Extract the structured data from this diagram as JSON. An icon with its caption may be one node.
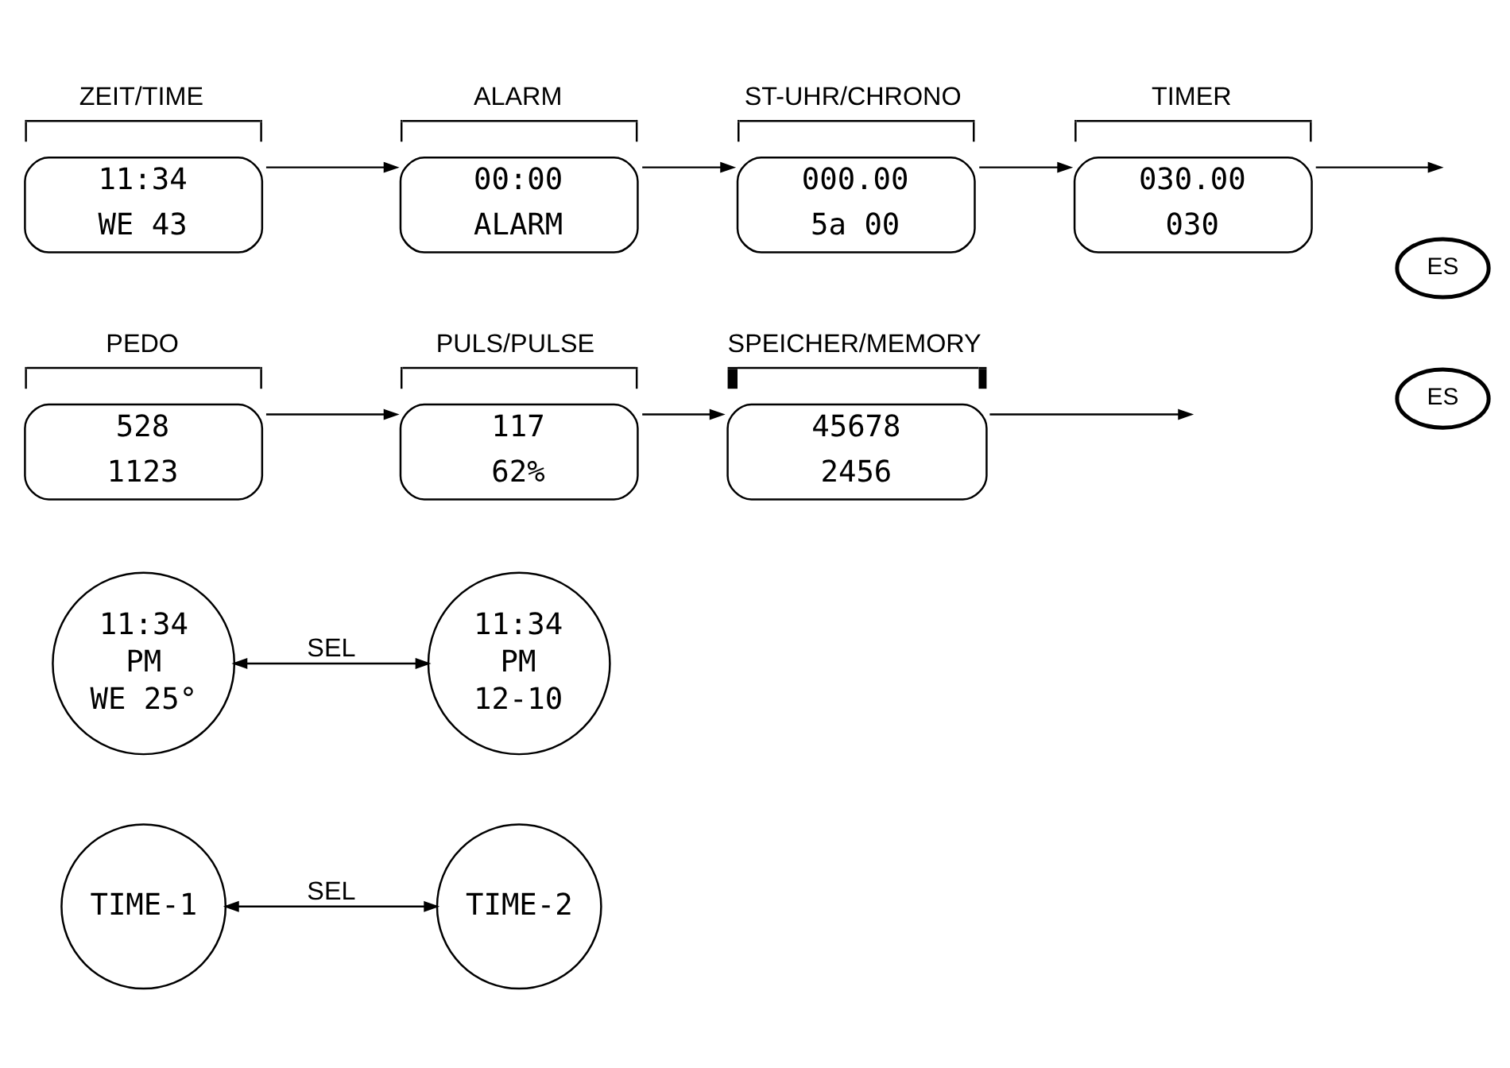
{
  "diagram": {
    "nodes": [
      {
        "text": [
          "ZEIT/TIME",
          "11:34",
          "WE 43"
        ]
      },
      {
        "text": [
          "ALARM",
          "00:00",
          "ALARM"
        ]
      },
      {
        "text": [
          "ST-UHR/CHRONO",
          "000.00",
          "5a 00"
        ]
      },
      {
        "text": [
          "TIMER",
          "030.00",
          "030"
        ]
      },
      {
        "text": [
          "PEDO",
          "528",
          "1123"
        ]
      },
      {
        "text": [
          "PULS/PULSE",
          "117",
          "62%"
        ]
      },
      {
        "text": [
          "SPEICHER/MEMORY",
          "45678",
          "2456"
        ]
      },
      {
        "text": [
          "11:34",
          "PM",
          "WE 25°"
        ]
      },
      {
        "text": [
          "11:34",
          "PM",
          "12-10"
        ]
      },
      {
        "text": [
          "TIME-1"
        ]
      },
      {
        "text": [
          "TIME-2"
        ]
      },
      {
        "text": [
          "ES"
        ]
      },
      {
        "text": [
          "ES"
        ]
      }
    ],
    "edges": [
      {
        "from": 0,
        "to": 1,
        "arrow": "to"
      },
      {
        "from": 1,
        "to": 2,
        "arrow": "to"
      },
      {
        "from": 2,
        "to": 3,
        "arrow": "to"
      },
      {
        "from": 3,
        "to": null,
        "arrow": "to"
      },
      {
        "from": 4,
        "to": 5,
        "arrow": "to"
      },
      {
        "from": 5,
        "to": 6,
        "arrow": "to"
      },
      {
        "from": 6,
        "to": null,
        "arrow": "to"
      },
      {
        "from": 7,
        "to": 8,
        "label": "SEL",
        "arrow": "both"
      },
      {
        "from": 9,
        "to": 10,
        "label": "SEL",
        "arrow": "both"
      }
    ]
  }
}
